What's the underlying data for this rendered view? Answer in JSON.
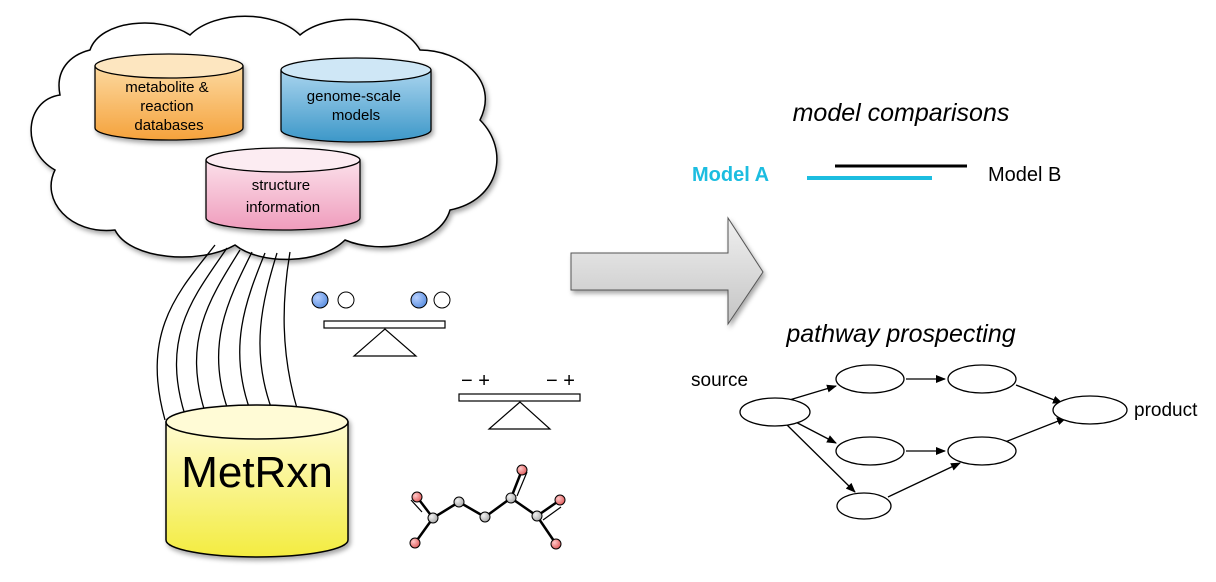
{
  "databases": {
    "metabolite": {
      "lines": [
        "metabolite &",
        "reaction",
        "databases"
      ],
      "color": "#f5a23c"
    },
    "genome": {
      "lines": [
        "genome-scale",
        "models"
      ],
      "color": "#3c97c8"
    },
    "structure": {
      "lines": [
        "structure",
        "information"
      ],
      "color": "#ef9cbc"
    },
    "metrxn": {
      "label": "MetRxn",
      "color": "#f5f04a"
    }
  },
  "comparison": {
    "title": "model comparisons",
    "model_a": "Model A",
    "model_b": "Model B",
    "model_a_color": "#1cbde0",
    "model_b_color": "#000000"
  },
  "pathway": {
    "title": "pathway prospecting",
    "source": "source",
    "product": "product"
  },
  "charge_balance": {
    "left_signs": "− +",
    "right_signs": "− +"
  },
  "colors": {
    "mass_ball_blue": "#5b8fe0",
    "arrow_fill": "#d8d8d8",
    "atom_red": "#e86a6a",
    "atom_grey": "#b8b8b8"
  }
}
